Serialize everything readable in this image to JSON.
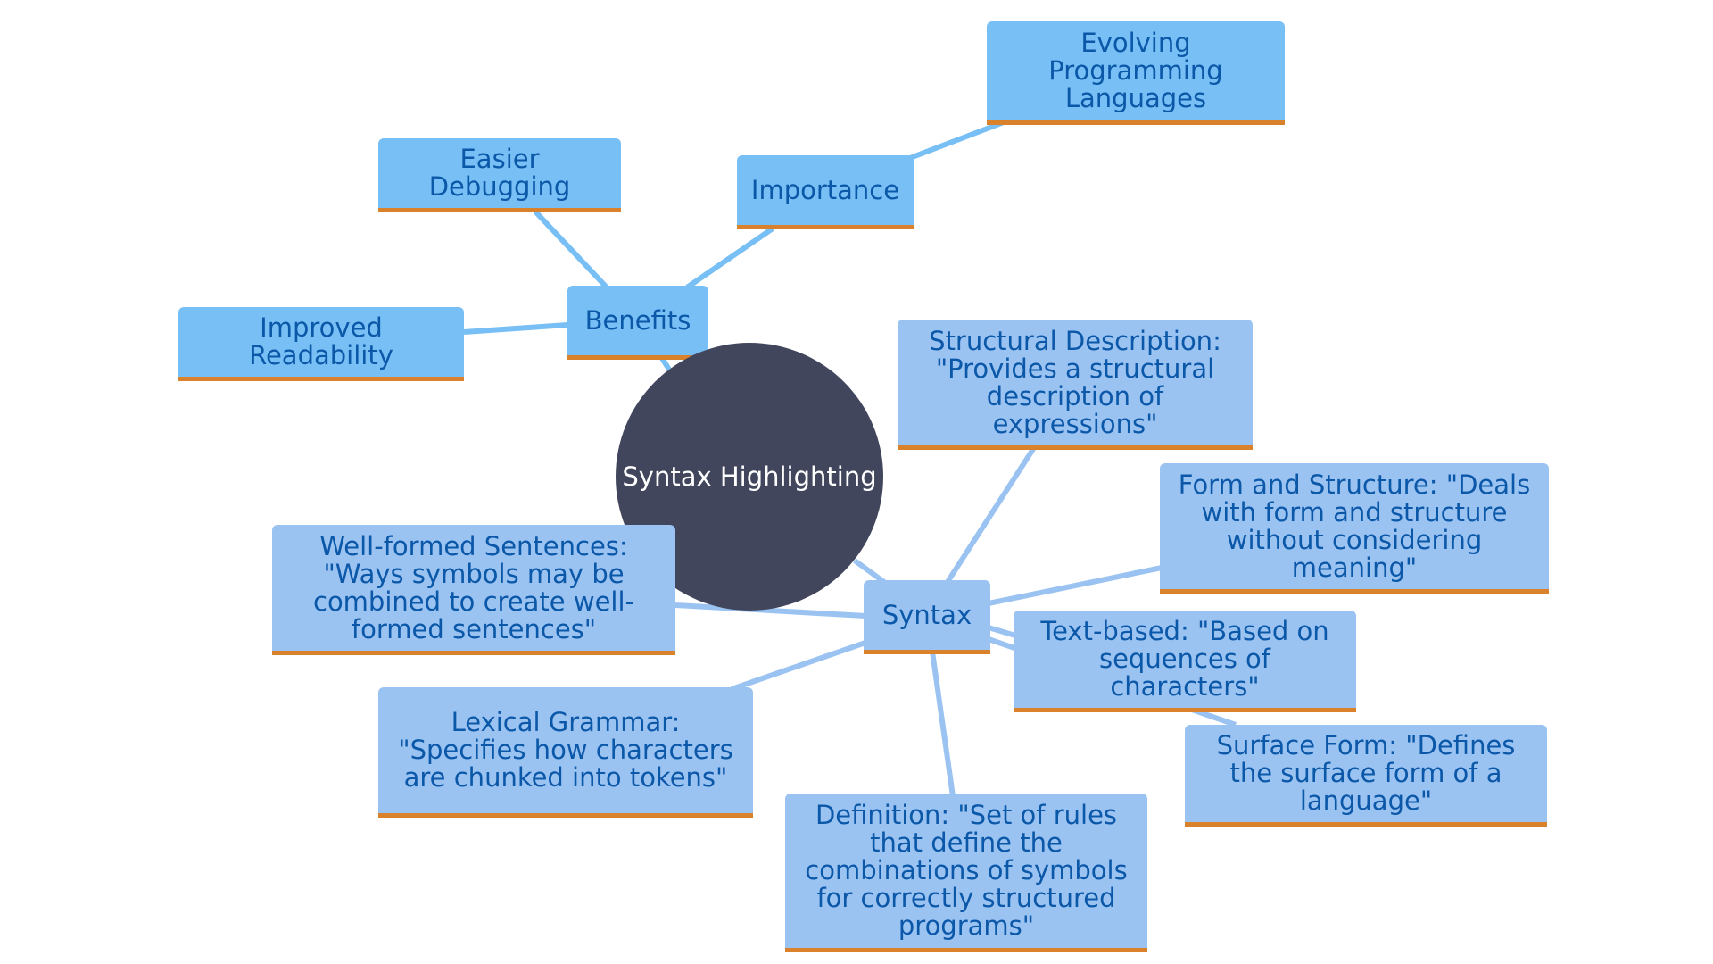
{
  "root": {
    "label": "Syntax Highlighting"
  },
  "benefits": {
    "label": "Benefits",
    "children": [
      {
        "label": "Easier Debugging"
      },
      {
        "label": "Improved Readability"
      },
      {
        "label": "Importance"
      }
    ],
    "importance_child": {
      "label": "Evolving Programming Languages"
    }
  },
  "syntax": {
    "label": "Syntax",
    "children": [
      {
        "label": "Structural Description: \"Provides a structural description of expressions\""
      },
      {
        "label": "Form and Structure: \"Deals with form and structure without considering meaning\""
      },
      {
        "label": "Well-formed Sentences: \"Ways symbols may be combined to create well-formed sentences\""
      },
      {
        "label": "Text-based: \"Based on sequences of characters\""
      },
      {
        "label": "Surface Form: \"Defines the surface form of a language\""
      },
      {
        "label": "Lexical Grammar: \"Specifies how characters are chunked into tokens\""
      },
      {
        "label": "Definition: \"Set of rules that define the combinations of symbols for correctly structured programs\""
      }
    ]
  },
  "colors": {
    "root": "#41465c",
    "benefits_branch": "#77bff4",
    "syntax_branch": "#9ac3f2",
    "text": "#0b57a8",
    "underline": "#d9822b"
  }
}
